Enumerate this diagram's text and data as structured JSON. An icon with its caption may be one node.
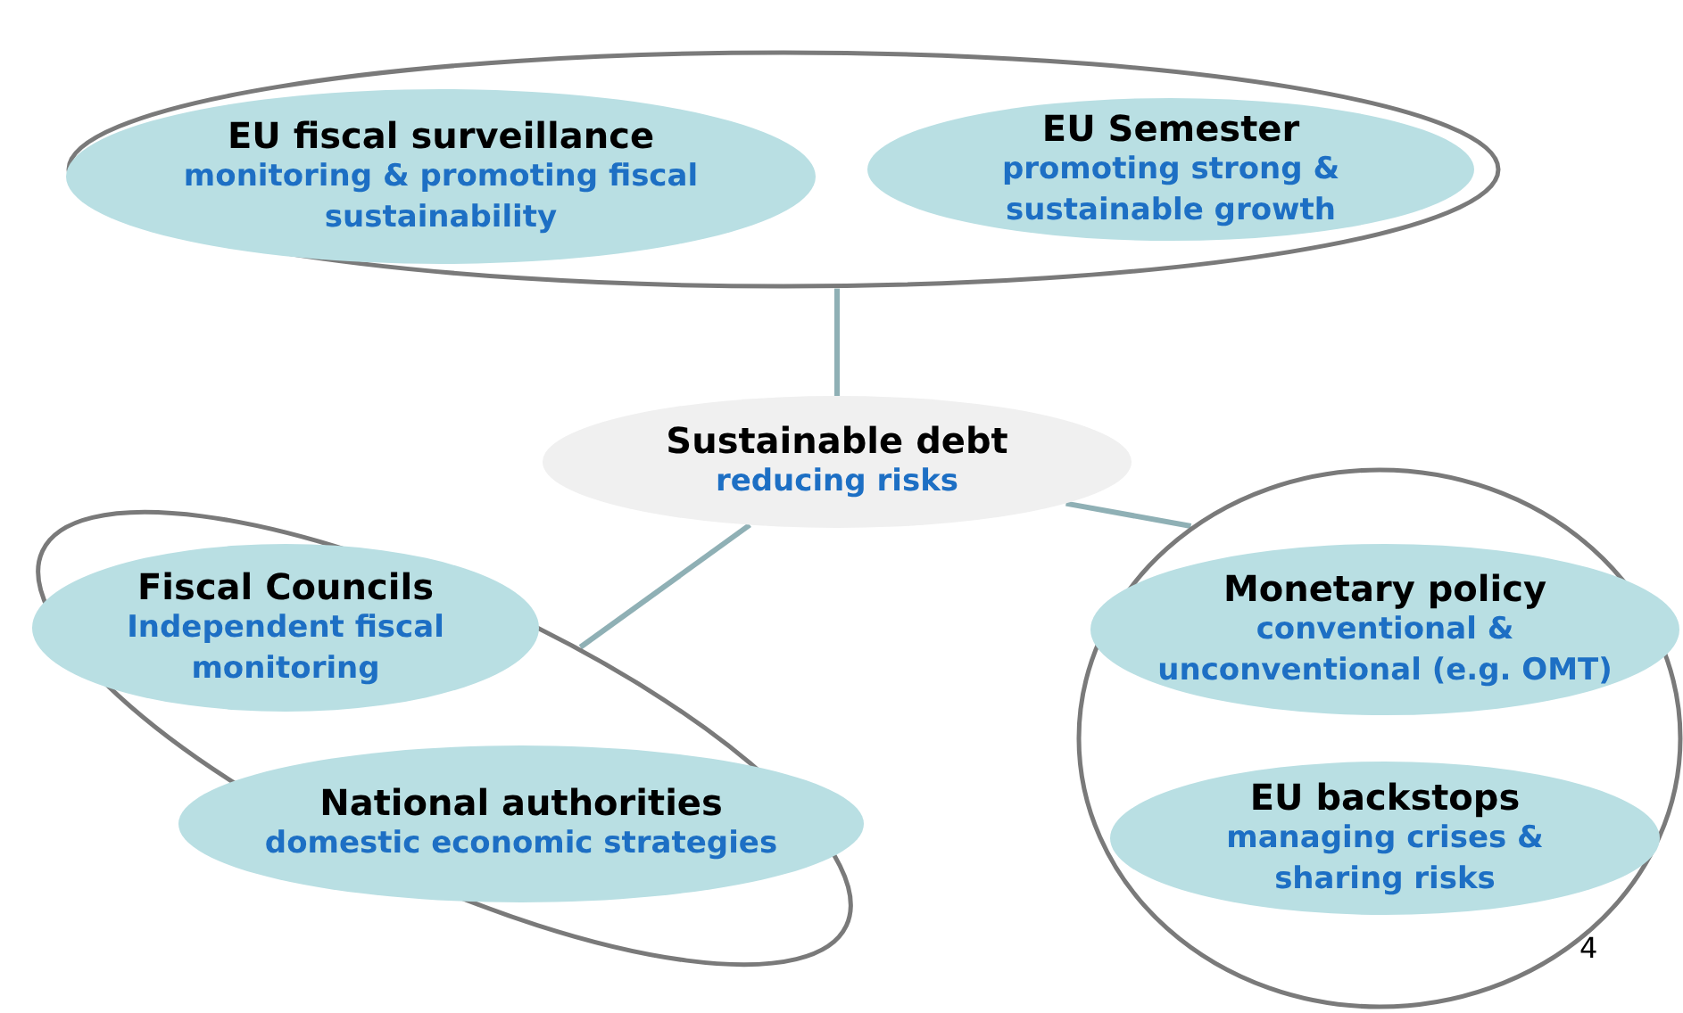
{
  "diagram": {
    "nodes": [
      {
        "text": [],
        "shape": "ellipse"
      },
      {
        "text": [
          "EU fiscal surveillance",
          "monitoring & promoting fiscal sustainability"
        ],
        "in": 0
      },
      {
        "text": [
          "EU Semester",
          "promoting strong & sustainable growth"
        ],
        "in": 0
      },
      {
        "text": [
          "Sustainable debt",
          "reducing risks"
        ]
      },
      {
        "text": [],
        "shape": "ellipse"
      },
      {
        "text": [
          "Fiscal Councils",
          "Independent fiscal monitoring"
        ],
        "in": 4
      },
      {
        "text": [
          "National authorities",
          "domestic economic strategies"
        ],
        "in": 4
      },
      {
        "text": [],
        "shape": "ellipse"
      },
      {
        "text": [
          "Monetary policy",
          "conventional & unconventional (e.g. OMT)"
        ],
        "in": 7
      },
      {
        "text": [
          "EU backstops",
          "managing crises & sharing risks"
        ],
        "in": 7
      }
    ],
    "edges": [
      {
        "from": 3,
        "to": 0,
        "arrow": "none"
      },
      {
        "from": 3,
        "to": 4,
        "arrow": "none"
      },
      {
        "from": 3,
        "to": 7,
        "arrow": "none"
      }
    ],
    "labels": [
      "4"
    ]
  }
}
